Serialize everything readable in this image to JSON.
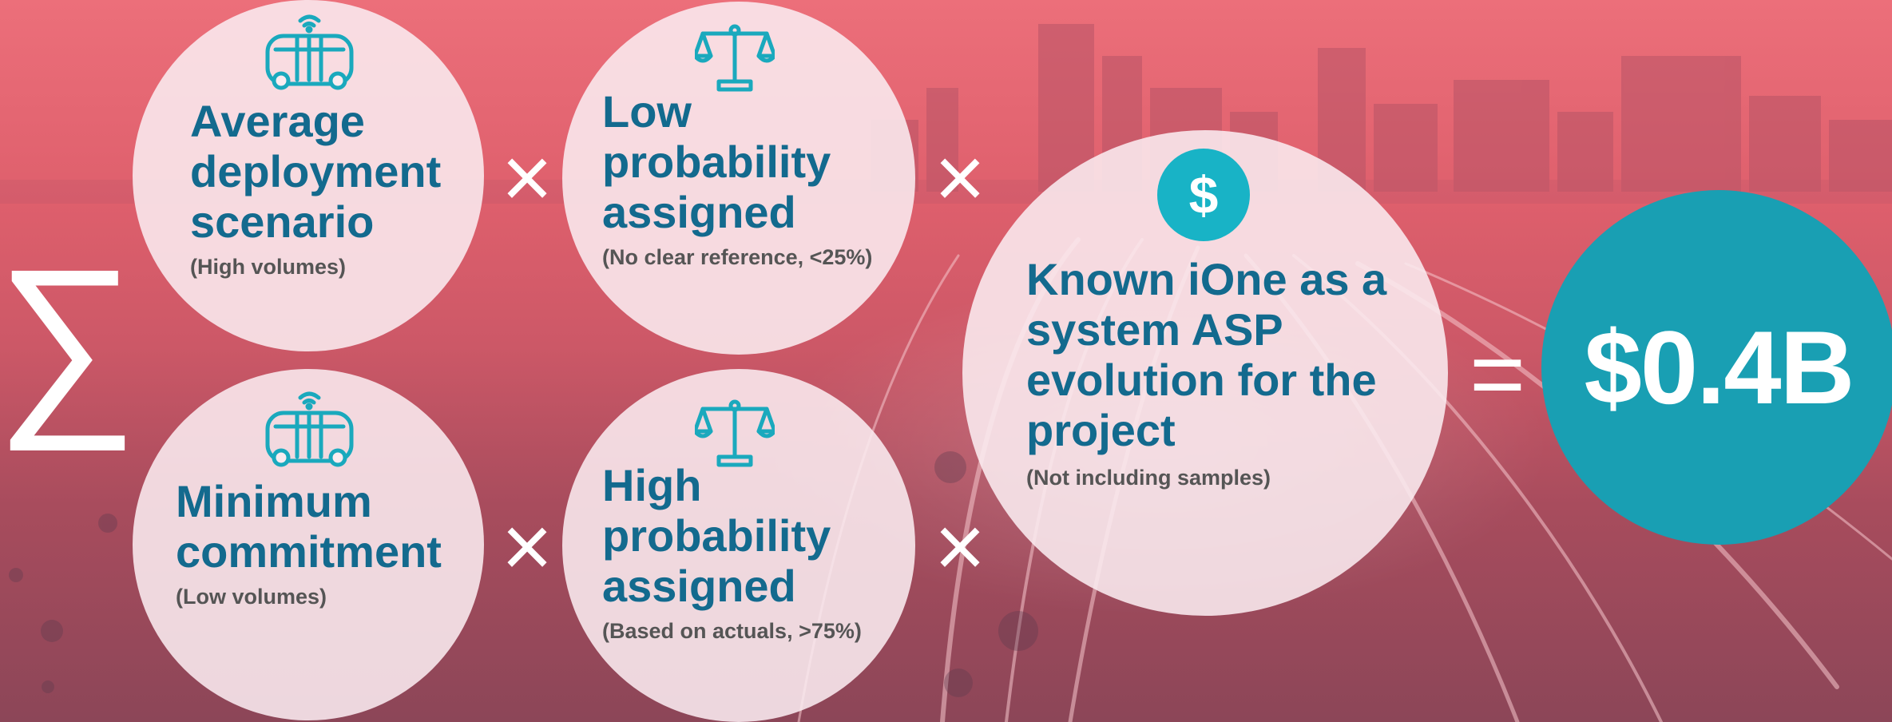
{
  "operators": {
    "sum": "∑",
    "multiply": "×",
    "equals": "="
  },
  "row_top": {
    "volume": {
      "icon": "autonomous-bus-icon",
      "title_lines": [
        "Average",
        "deployment",
        "scenario"
      ],
      "subtitle": "(High volumes)"
    },
    "probability": {
      "icon": "balance-scale-icon",
      "title_lines": [
        "Low",
        "probability",
        "assigned"
      ],
      "subtitle": "(No clear reference, <25%)"
    }
  },
  "row_bottom": {
    "volume": {
      "icon": "autonomous-bus-icon",
      "title_lines": [
        "Minimum",
        "commitment"
      ],
      "subtitle": "(Low volumes)"
    },
    "probability": {
      "icon": "balance-scale-icon",
      "title_lines": [
        "High",
        "probability",
        "assigned"
      ],
      "subtitle": "(Based on actuals, >75%)"
    }
  },
  "asp": {
    "icon": "dollar-icon",
    "icon_glyph": "$",
    "title_lines": [
      "Known iOne as a",
      "system ASP",
      "evolution for the",
      "project"
    ],
    "subtitle": "(Not including samples)"
  },
  "result": {
    "value": "$0.4B"
  },
  "colors": {
    "title_blue": "#136a8e",
    "accent_teal": "#199fb3",
    "icon_teal": "#18b3c6",
    "background_red": "#de5f6c"
  }
}
